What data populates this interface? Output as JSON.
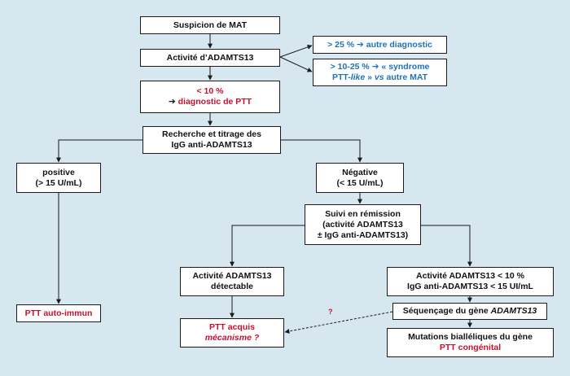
{
  "colors": {
    "background": "#d6e7ef",
    "box": "#ffffff",
    "red": "#c8102e",
    "blue": "#1f72b8",
    "line": "#1a1a1a"
  },
  "nodes": {
    "suspicion": "Suspicion de MAT",
    "adamts13_activity": "Activité d’ADAMTS13",
    "result_gt25": {
      "value": "> 25 %",
      "arrow": "➔",
      "text": "autre diagnostic"
    },
    "result_10_25": {
      "value": "> 10-25 %",
      "arrow": "➔",
      "text_a": "« syndrome",
      "text_b1": "PTT-",
      "text_b_italic": "like",
      "text_b2": " » ",
      "text_b_italic2": "vs",
      "text_b3": " autre MAT"
    },
    "result_lt10": {
      "value": "< 10 %",
      "arrow": "➔",
      "text": "diagnostic de PTT"
    },
    "antibody_search": {
      "line1": "Recherche et titrage des",
      "line2": "IgG anti-ADAMTS13"
    },
    "positive": {
      "line1": "positive",
      "line2": "(> 15 U/mL)"
    },
    "negative": {
      "line1": "Négative",
      "line2": "(< 15 U/mL)"
    },
    "remission": {
      "line1": "Suivi en rémission",
      "line2": "(activité ADAMTS13",
      "line3": "± IgG anti-ADAMTS13)"
    },
    "detectable": {
      "line1": "Activité ADAMTS13",
      "line2": "détectable"
    },
    "low_activity": {
      "line1": "Activité ADAMTS13 < 10 %",
      "line2": "IgG anti-ADAMTS13 < 15 UI/mL"
    },
    "autoimmune": "PTT auto-immun",
    "acquired": {
      "line1": "PTT acquis",
      "line2": "mécanisme ?"
    },
    "sequencing": {
      "text": "Séquençage du gène ",
      "gene": "ADAMTS13"
    },
    "mutations": {
      "line1": "Mutations bialléliques du gène",
      "line2": "PTT congénital"
    }
  },
  "dashed_label": "?"
}
